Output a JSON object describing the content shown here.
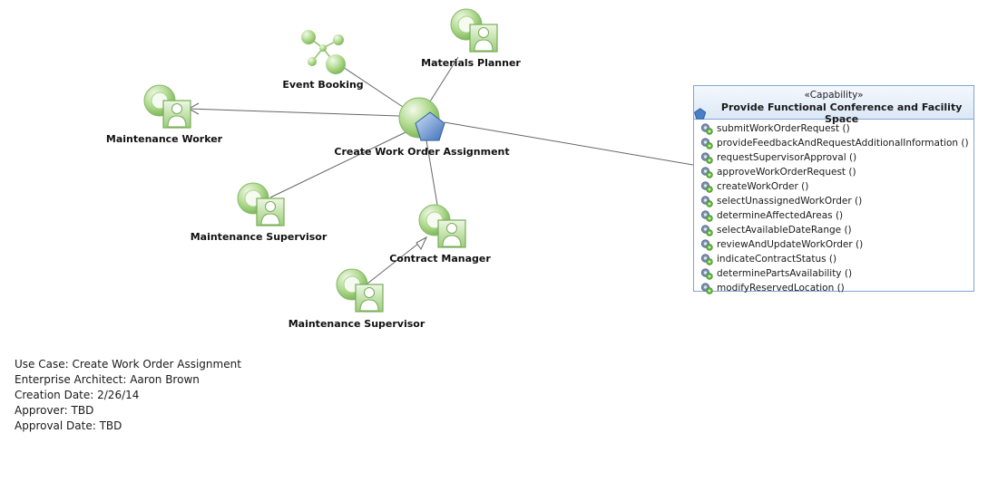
{
  "diagram": {
    "use_case_label": "Create Work Order Assignment",
    "actors": {
      "maintenance_worker": "Maintenance Worker",
      "materials_planner": "Materials Planner",
      "maintenance_supervisor_1": "Maintenance Supervisor",
      "contract_manager": "Contract Manager",
      "maintenance_supervisor_2": "Maintenance Supervisor"
    },
    "event_booking": "Event Booking"
  },
  "capability": {
    "stereotype": "«Capability»",
    "title": "Provide Functional Conference and Facility Space",
    "operations": [
      "submitWorkOrderRequest ()",
      "provideFeedbackAndRequestAdditionalInformation ()",
      "requestSupervisorApproval ()",
      "approveWorkOrderRequest ()",
      "createWorkOrder ()",
      "selectUnassignedWorkOrder ()",
      "determineAffectedAreas ()",
      "selectAvailableDateRange ()",
      "reviewAndUpdateWorkOrder ()",
      "indicateContractStatus ()",
      "determinePartsAvailability ()",
      "modifyReservedLocation ()"
    ]
  },
  "info": {
    "use_case": "Use Case: Create Work Order Assignment",
    "architect": "Enterprise Architect:  Aaron Brown",
    "creation_date": "Creation Date:  2/26/14",
    "approver": "Approver: TBD",
    "approval_date": "Approval Date: TBD"
  },
  "colors": {
    "actor_green": "#8cc46a",
    "actor_light": "#e6f3dc",
    "edge": "#666666",
    "diamond_blue": "#4a7fc6",
    "box_border": "#7fa6d6"
  }
}
